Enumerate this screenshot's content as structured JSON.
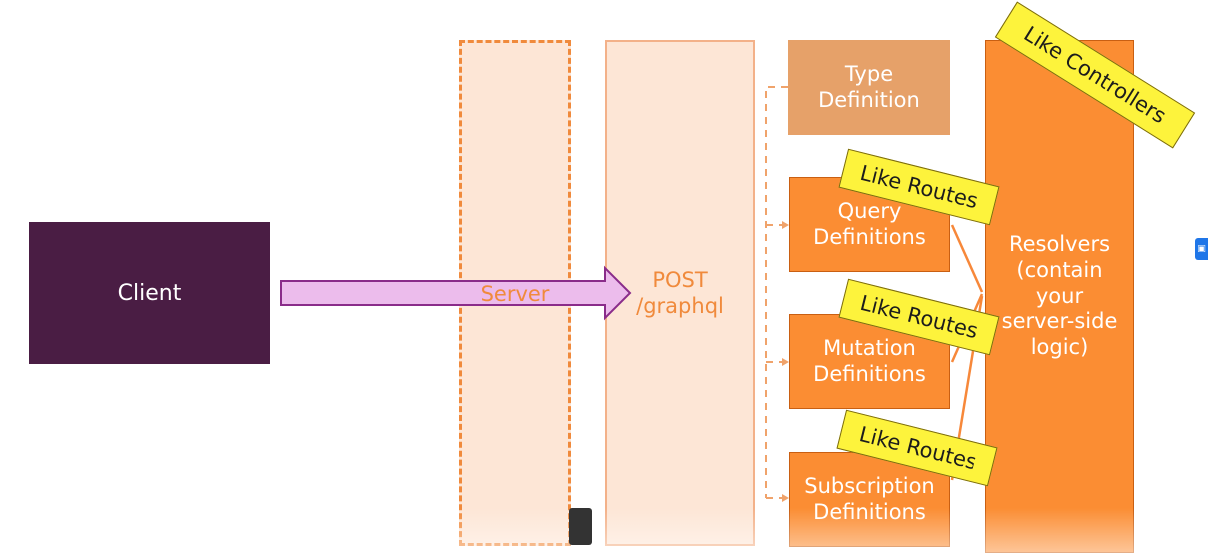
{
  "nodes": {
    "client": "Client",
    "server": "Server",
    "post": "POST\n/graphql",
    "type_definition": "Type\nDefinition",
    "query_definitions": "Query\nDefinitions",
    "mutation_definitions": "Mutation\nDefinitions",
    "subscription_definitions": "Subscription\nDefinitions",
    "resolvers": "Resolvers\n(contain\nyour\nserver-side\nlogic)"
  },
  "stickers": {
    "controllers": "Like Controllers",
    "routes_1": "Like Routes",
    "routes_2": "Like Routes",
    "routes_3": "Like Routes"
  },
  "colors": {
    "client_bg": "#4a1d44",
    "server_bg": "#fde6d6",
    "accent_orange": "#f08a3c",
    "definition_orange": "#fb8d33",
    "type_definition_bg": "#e6a169",
    "sticker_yellow": "#fdf33c",
    "arrow_pink": "#ecbcec",
    "arrow_purple": "#8a2c8a"
  },
  "icons": {
    "side": "calendar-icon",
    "scroll": "scroll-thumb"
  }
}
